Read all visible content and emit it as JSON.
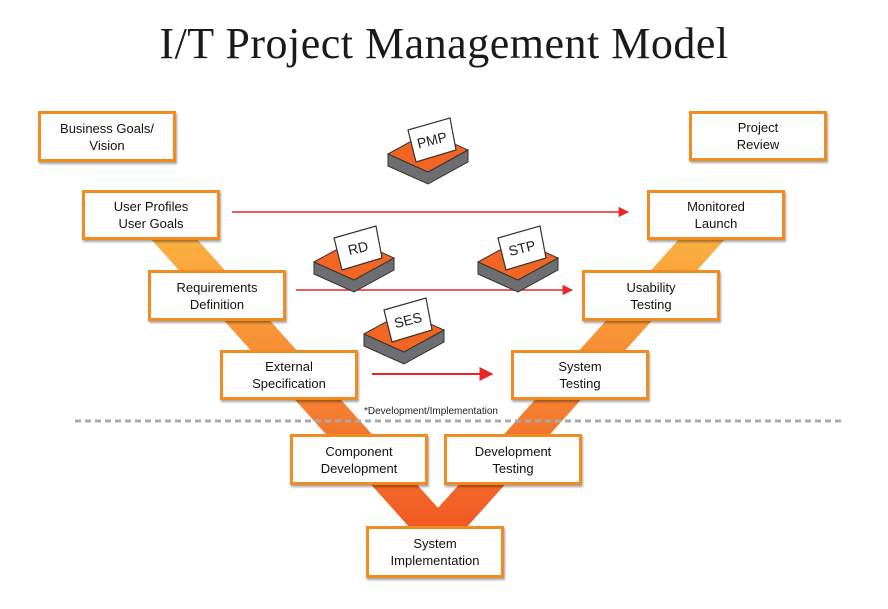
{
  "title": "I/T Project Management Model",
  "boxes": {
    "business_goals": "Business Goals/\nVision",
    "project_review": "Project\nReview",
    "user_profiles": "User Profiles\nUser Goals",
    "monitored_launch": "Monitored\nLaunch",
    "requirements_definition": "Requirements\nDefinition",
    "usability_testing": "Usability\nTesting",
    "external_specification": "External\nSpecification",
    "system_testing": "System\nTesting",
    "component_development": "Component\nDevelopment",
    "development_testing": "Development\nTesting",
    "system_implementation": "System\nImplementation"
  },
  "books": {
    "pmp": "PMP",
    "rd": "RD",
    "stp": "STP",
    "ses": "SES"
  },
  "dev_note": "*Development/Implementation",
  "colors": {
    "box_border": "#f28c22",
    "band_light": "#fbb040",
    "band_dark": "#f15a24",
    "arrow": "#e8262a",
    "book_cover": "#f26522",
    "book_body": "#6d6e71",
    "divider": "#a7a9ac"
  }
}
